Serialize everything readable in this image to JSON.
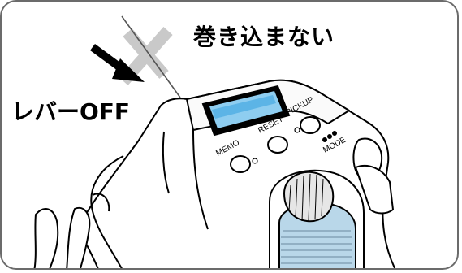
{
  "labels": {
    "no_retrieve": "巻き込まない",
    "lever_off": "レバーOFF"
  },
  "buttons": {
    "memo": "MEMO",
    "reset": "RESET",
    "pickup": "PICKUP",
    "mode": "MODE"
  },
  "colors": {
    "frame": "#6b6b6b",
    "display": "#7fc6ee",
    "cross": "#c8c8c8",
    "arrow": "#000000"
  },
  "icons": [
    "cross-mark-icon",
    "arrow-icon"
  ]
}
